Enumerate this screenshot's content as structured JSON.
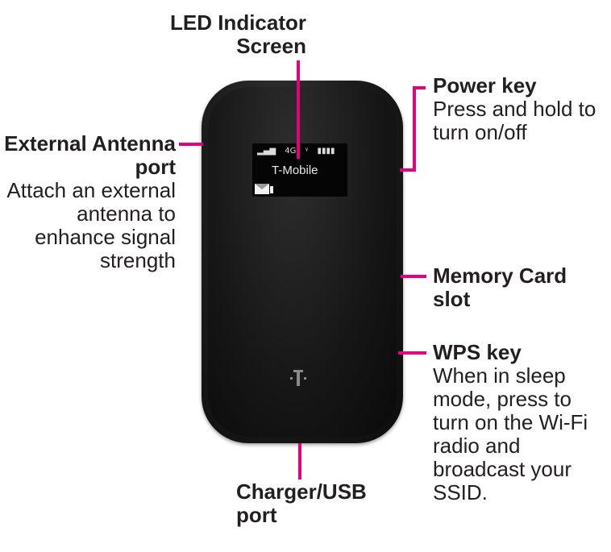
{
  "labels": {
    "led": {
      "title": "LED Indicator Screen"
    },
    "power": {
      "title": "Power key",
      "desc": "Press and hold to turn on/off"
    },
    "external_antenna": {
      "title": "External Antenna port",
      "desc": "Attach an external antenna to enhance signal strength"
    },
    "memory_card": {
      "title": "Memory Card slot"
    },
    "wps": {
      "title": "WPS key",
      "desc": "When in sleep mode, press to turn on the Wi-Fi radio and broadcast your SSID."
    },
    "usb": {
      "title": "Charger/USB port"
    }
  },
  "screen": {
    "status_network": "4G",
    "carrier": "T-Mobile"
  },
  "colors": {
    "leader_lines": "#e6007e",
    "device_body": "#161616",
    "text": "#231f20"
  }
}
